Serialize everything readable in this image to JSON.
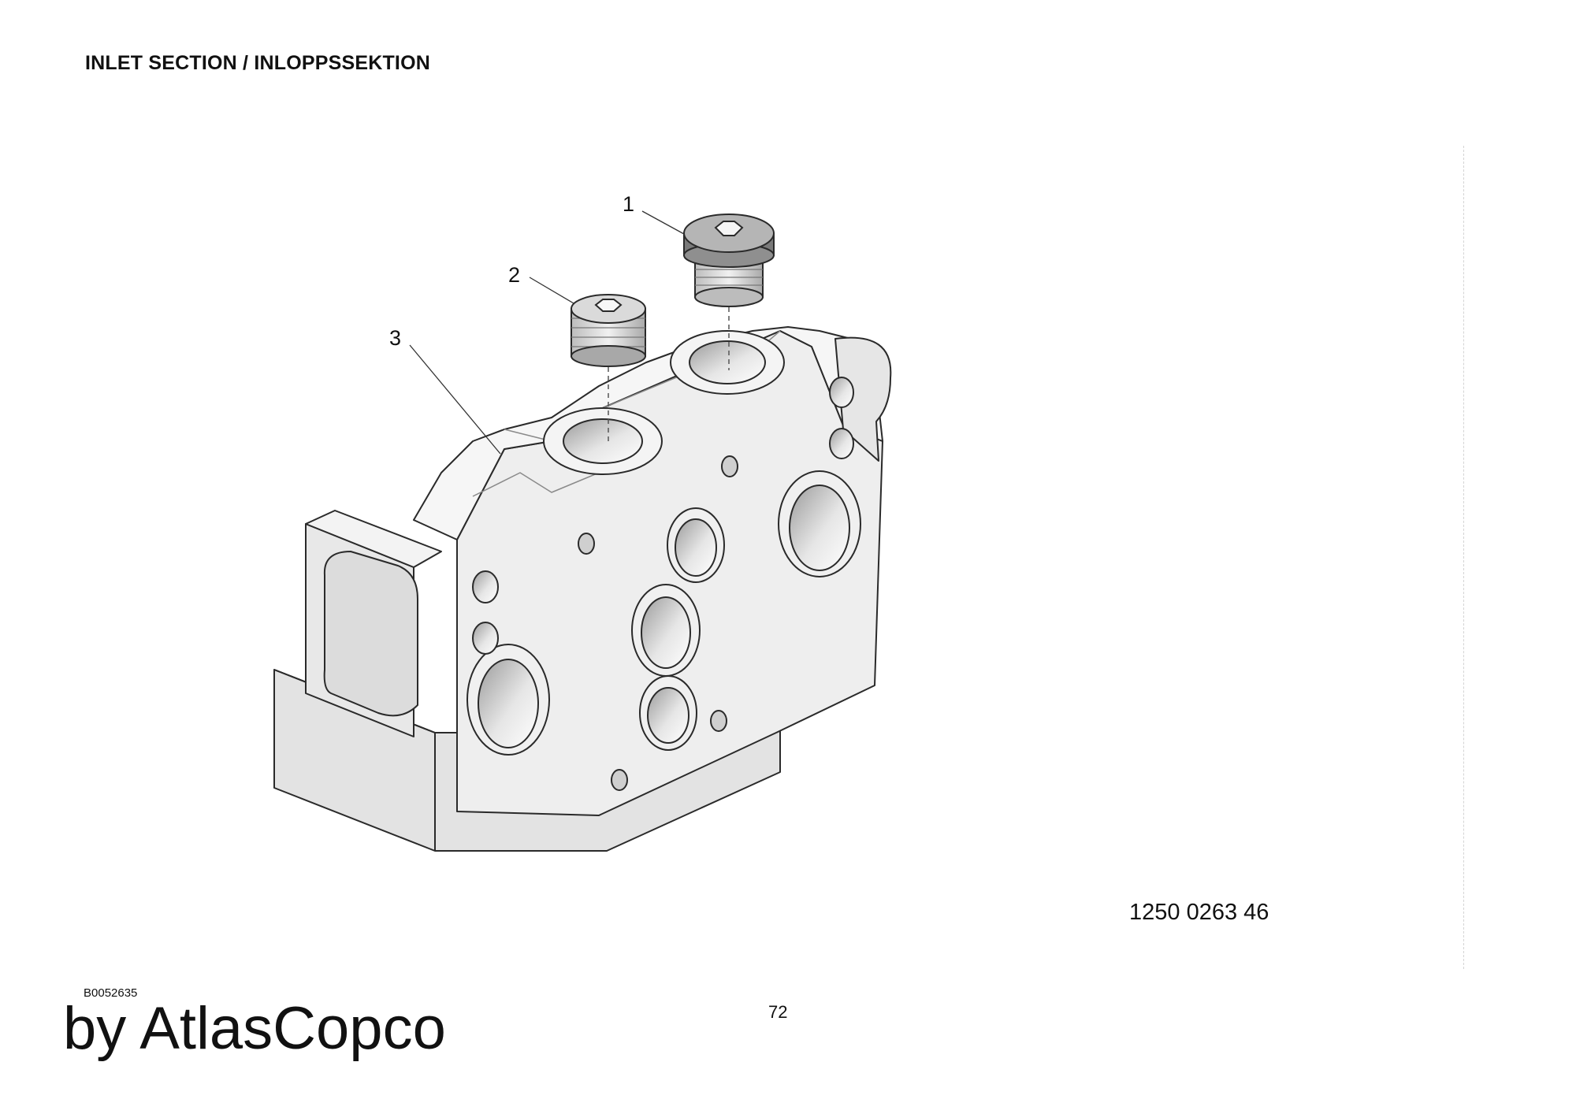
{
  "page": {
    "title": "INLET SECTION / INLOPPSSEKTION",
    "part_number": "1250 0263 46",
    "drawing_id": "B0052635",
    "page_number": "72",
    "brand_text": "by AtlasCopco"
  },
  "drawing": {
    "callouts": [
      {
        "label": "1",
        "part": "plug"
      },
      {
        "label": "2",
        "part": "set-screw"
      },
      {
        "label": "3",
        "part": "valve-body"
      }
    ]
  }
}
